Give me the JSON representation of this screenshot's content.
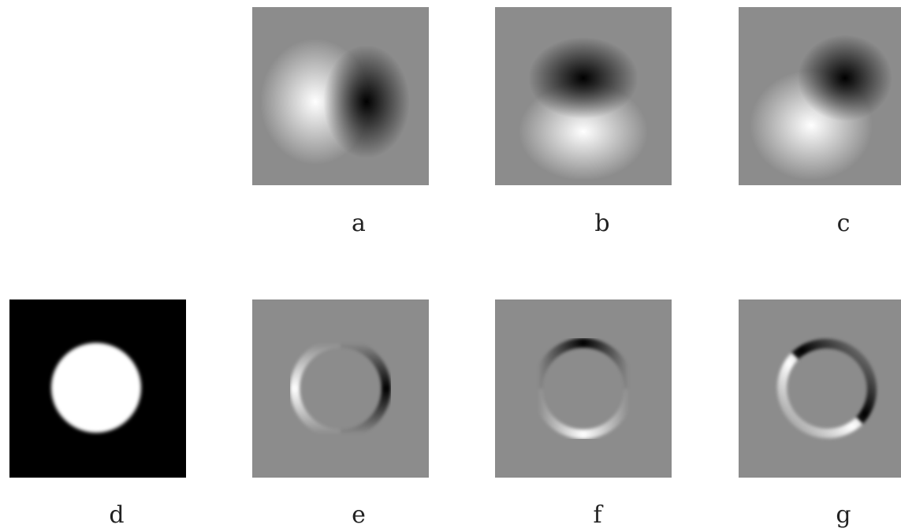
{
  "colors": {
    "background": "#ffffff",
    "panel_gray": "#8c8c8c",
    "black": "#000000",
    "white": "#ffffff"
  },
  "panels": [
    {
      "id": "a",
      "label": "a",
      "content": "gaussian-derivative-horizontal"
    },
    {
      "id": "b",
      "label": "b",
      "content": "gaussian-derivative-vertical"
    },
    {
      "id": "c",
      "label": "c",
      "content": "gaussian-derivative-diagonal"
    },
    {
      "id": "d",
      "label": "d",
      "content": "white-disk-on-black"
    },
    {
      "id": "e",
      "label": "e",
      "content": "disk-edge-response-horizontal"
    },
    {
      "id": "f",
      "label": "f",
      "content": "disk-edge-response-vertical"
    },
    {
      "id": "g",
      "label": "g",
      "content": "disk-edge-response-diagonal"
    }
  ]
}
